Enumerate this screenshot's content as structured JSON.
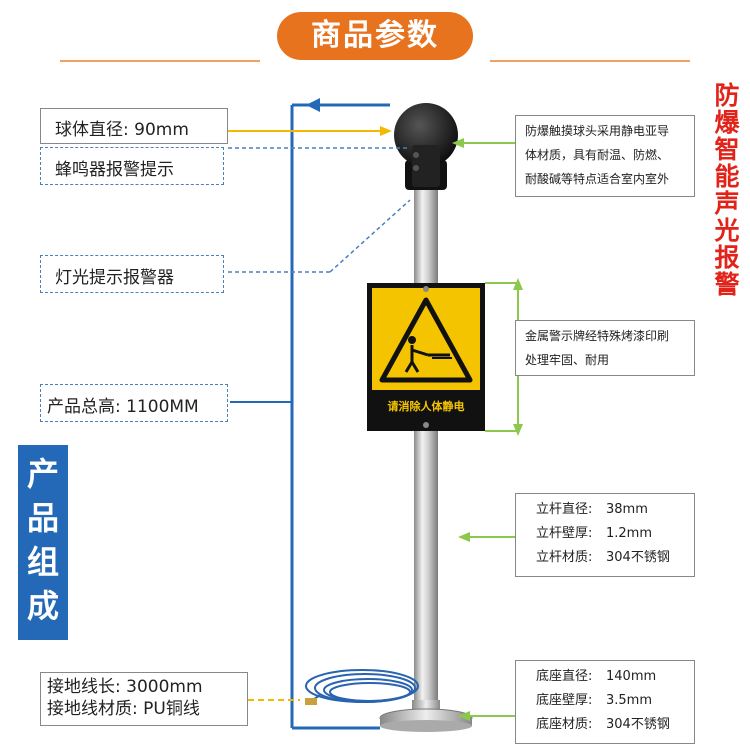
{
  "header": {
    "title": "商品参数"
  },
  "side_title_right": "防爆智能声光报警",
  "side_title_left": "产品组成",
  "labels": {
    "ball_diameter": "球体直径: 90mm",
    "buzzer": "蜂鸣器报警提示",
    "light": "灯光提示报警器",
    "height": "产品总高: 1100MM",
    "ground_line": [
      "接地线长: 3000mm",
      "接地线材质: PU铜线"
    ]
  },
  "descriptions": {
    "ball": [
      "防爆触摸球头采用静电亚导",
      "体材质，具有耐温、防燃、",
      "耐酸碱等特点适合室内室外"
    ],
    "sign": [
      "金属警示牌经特殊烤漆印刷",
      "处理牢固、耐用"
    ],
    "pole": [
      "立杆直径:",
      "38mm",
      "立杆壁厚:",
      "1.2mm",
      "立杆材质:",
      "304不锈钢"
    ],
    "base": [
      "底座直径:",
      "140mm",
      "底座壁厚:",
      "3.5mm",
      "底座材质:",
      "304不锈钢"
    ]
  },
  "sign_text": "请消除人体静电",
  "colors": {
    "header_orange": "#e8731f",
    "accent_red": "#e2231a",
    "accent_blue": "#2468b8",
    "sign_yellow": "#f5c400",
    "arrow_green": "#8cc84b",
    "arrow_yellow": "#f5b800"
  },
  "icons": [
    "arrow-left-icon",
    "warning-triangle-icon",
    "up-down-arrow-icon"
  ]
}
